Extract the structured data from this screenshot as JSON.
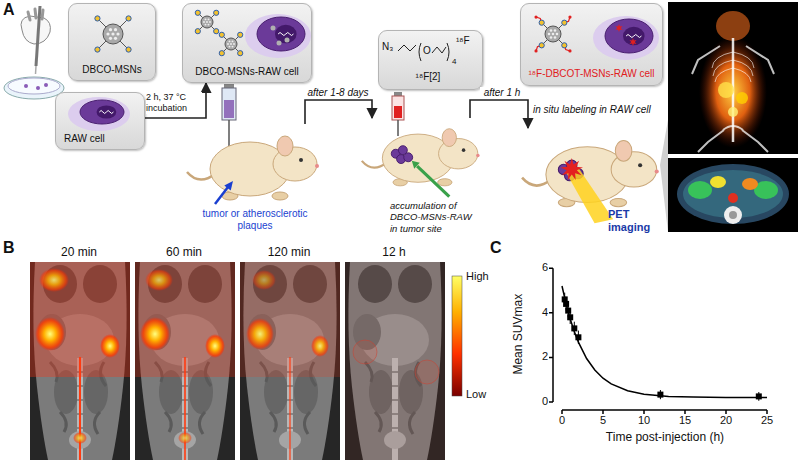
{
  "diagram": {
    "nodes": [
      {
        "text": [
          "DBCO-MSNs"
        ]
      },
      {
        "text": [
          "RAW cell"
        ]
      },
      {
        "text": [
          "DBCO-MSNs-RAW cell"
        ]
      },
      {
        "text": [
          "tumor or atherosclerotic plaques"
        ]
      },
      {
        "text": [
          "N₃",
          "O",
          "4",
          "¹⁸F",
          "¹⁸F[2]"
        ]
      },
      {
        "text": [
          "accumulation of DBCO-MSNs-RAW in tumor site"
        ]
      },
      {
        "text": [
          "¹⁸F-DBCOT-MSNs-RAW cell"
        ]
      },
      {
        "text": [
          "PET imaging"
        ]
      }
    ],
    "edges": [
      {
        "from": 1,
        "to": 2,
        "label": "2 h, 37 °C incubation",
        "arrow": "to"
      },
      {
        "from": 3,
        "to": 5,
        "label": "after 1-8 days",
        "arrow": "to"
      },
      {
        "from": 5,
        "to": 7,
        "label": "after 1 h",
        "arrow": "to"
      }
    ],
    "labels": [
      "A",
      "in situ labeling in RAW cell",
      "B",
      "20 min",
      "60 min",
      "120 min",
      "12 h",
      "High",
      "Low",
      "C",
      "0",
      "2",
      "4",
      "6",
      "0",
      "5",
      "10",
      "15",
      "20",
      "25",
      "Mean SUVmax",
      "Time post-injection (h)"
    ]
  }
}
